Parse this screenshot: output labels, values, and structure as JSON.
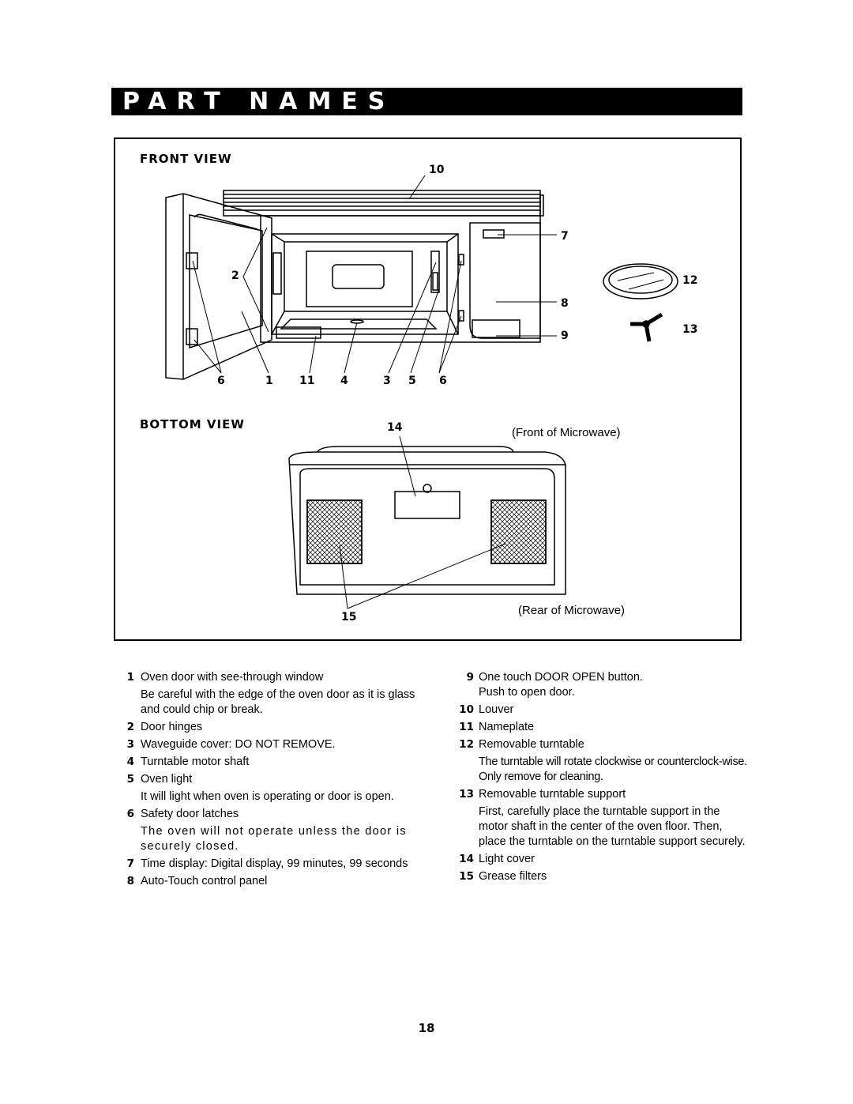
{
  "header": {
    "title": "PART NAMES"
  },
  "front_view": {
    "label": "FRONT VIEW",
    "callouts": [
      "10",
      "7",
      "2",
      "12",
      "8",
      "9",
      "13",
      "6",
      "1",
      "11",
      "4",
      "3",
      "5",
      "6"
    ]
  },
  "bottom_view": {
    "label": "BOTTOM VIEW",
    "callouts": [
      "14",
      "15"
    ],
    "front_caption": "(Front of Microwave)",
    "rear_caption": "(Rear of Microwave)"
  },
  "parts_left": [
    {
      "num": "1",
      "name": "Oven door with see-through window",
      "desc": "Be careful with the edge of the oven door as it is glass and could chip or break."
    },
    {
      "num": "2",
      "name": "Door hinges",
      "desc": ""
    },
    {
      "num": "3",
      "name": "Waveguide cover: DO NOT REMOVE.",
      "desc": ""
    },
    {
      "num": "4",
      "name": "Turntable motor shaft",
      "desc": ""
    },
    {
      "num": "5",
      "name": "Oven light",
      "desc": "It will light when oven is operating or door is open."
    },
    {
      "num": "6",
      "name": "Safety door latches",
      "desc": "The oven will not operate unless the door is securely closed."
    },
    {
      "num": "7",
      "name": "Time display: Digital display, 99 minutes, 99 seconds",
      "desc": ""
    },
    {
      "num": "8",
      "name": "Auto-Touch control panel",
      "desc": ""
    }
  ],
  "parts_right": [
    {
      "num": "9",
      "name": "One touch DOOR OPEN button. Push to open door.",
      "desc": ""
    },
    {
      "num": "10",
      "name": "Louver",
      "desc": ""
    },
    {
      "num": "11",
      "name": "Nameplate",
      "desc": ""
    },
    {
      "num": "12",
      "name": "Removable turntable",
      "desc": "The turntable will rotate clockwise or counterclock-wise. Only remove for cleaning."
    },
    {
      "num": "13",
      "name": "Removable turntable support",
      "desc": "First, carefully place the turntable support in the motor shaft in the center of the oven floor. Then, place the turntable on the turntable support securely."
    },
    {
      "num": "14",
      "name": "Light cover",
      "desc": ""
    },
    {
      "num": "15",
      "name": "Grease filters",
      "desc": ""
    }
  ],
  "page_number": "18"
}
